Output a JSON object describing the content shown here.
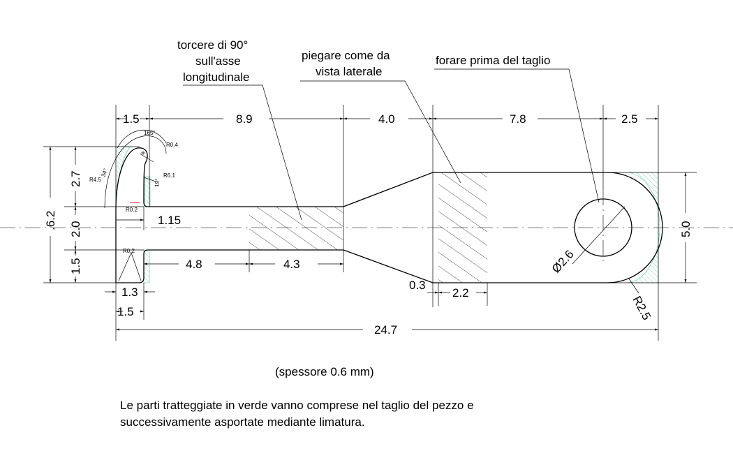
{
  "dimensions": {
    "d_1_5_top": "1.5",
    "d_8_9": "8.9",
    "d_4_0": "4.0",
    "d_7_8": "7.8",
    "d_2_5": "2.5",
    "d_2_7": "2.7",
    "d_6_2": ".6.2",
    "d_2_0": "2.0",
    "d_1_5_left": "1.5",
    "d_1_15": "1.15",
    "d_4_8": "4.8",
    "d_4_3": "4.3",
    "d_1_3": "1.3",
    "d_1_5_bottom": "1.5",
    "d_0_3": "0.3",
    "d_2_2": "2.2",
    "d_24_7": "24.7",
    "d_5_0": "5.0",
    "d_hole": "Ø2.6",
    "d_r2_5": "R2.5",
    "d_165": "165°",
    "d_r0_4": "R0.4",
    "d_r6_1": "R6.1",
    "d_r4_5": "R4.5",
    "d_34": "34°",
    "d_19": "19°",
    "d_r0_2_a": "R0.2",
    "d_r0_2_b": "R0.2"
  },
  "annotations": {
    "twist": [
      "torcere di 90°",
      "sull'asse",
      "longitudinale"
    ],
    "bend": [
      "piegare come da",
      "vista laterale"
    ],
    "drill": "forare prima del taglio"
  },
  "thickness_note": "(spessore 0.6 mm)",
  "footer_note": [
    "Le parti tratteggiate in verde vanno comprese nel taglio del pezzo e",
    "successivamente asportate mediante limatura."
  ],
  "colors": {
    "line": "#000000",
    "green_hatch": "#5fc9a5",
    "red_mark": "#e02020"
  }
}
